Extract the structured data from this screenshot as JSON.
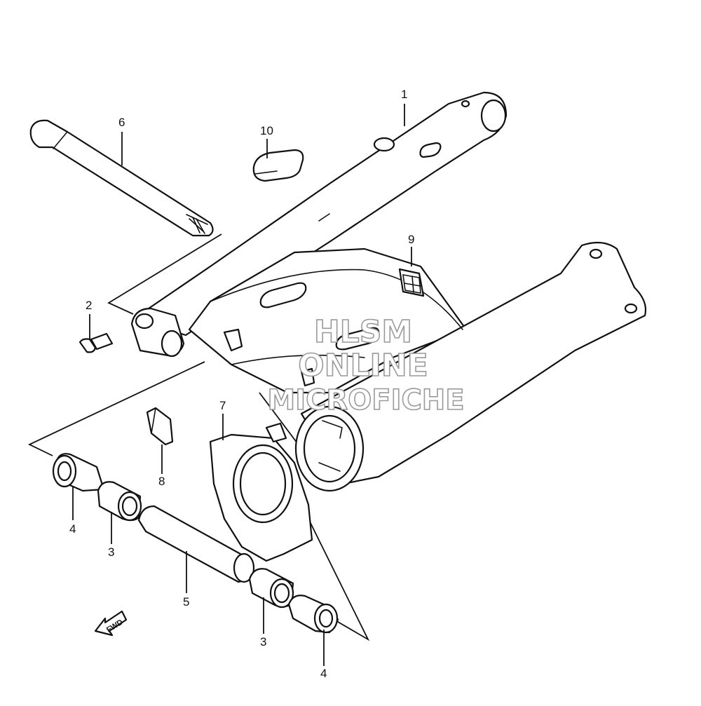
{
  "callouts": [
    {
      "id": "1",
      "label": "1"
    },
    {
      "id": "2",
      "label": "2"
    },
    {
      "id": "3a",
      "label": "3"
    },
    {
      "id": "3b",
      "label": "3"
    },
    {
      "id": "4a",
      "label": "4"
    },
    {
      "id": "4b",
      "label": "4"
    },
    {
      "id": "5",
      "label": "5"
    },
    {
      "id": "6",
      "label": "6"
    },
    {
      "id": "7",
      "label": "7"
    },
    {
      "id": "8",
      "label": "8"
    },
    {
      "id": "9",
      "label": "9"
    },
    {
      "id": "10",
      "label": "10"
    }
  ],
  "watermark": {
    "line1": "HLSM",
    "line2": "ONLINE",
    "line3": "MICROFICHE",
    "color": "#9a9a9a"
  },
  "fwd_arrow": {
    "label": "FWD"
  },
  "colors": {
    "ink": "#111111",
    "paper": "#ffffff"
  }
}
